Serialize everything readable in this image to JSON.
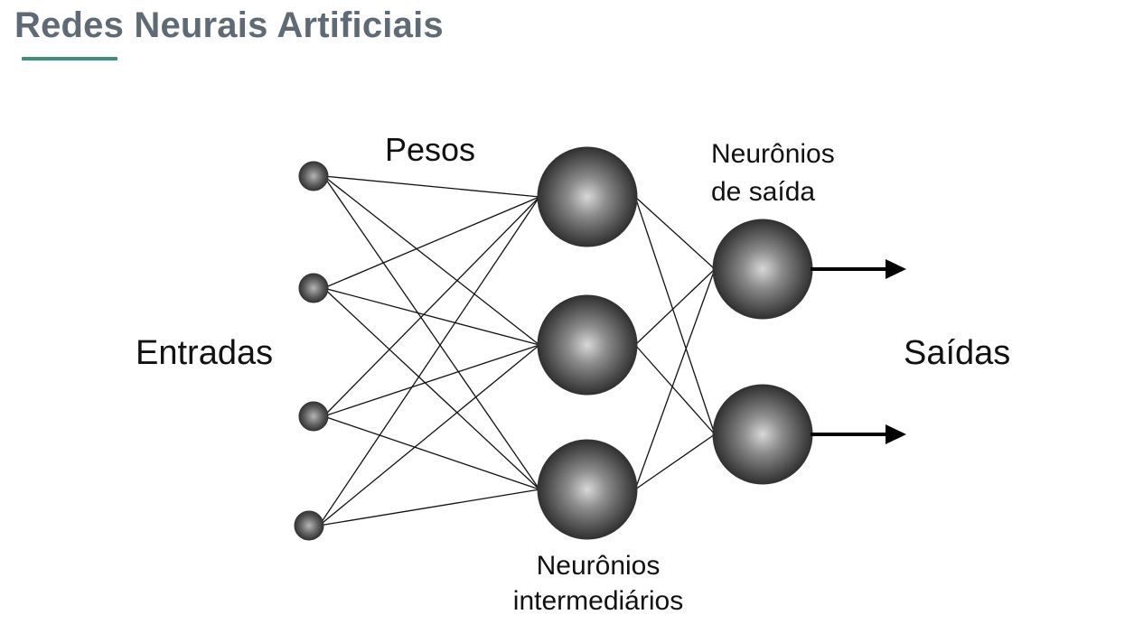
{
  "title": "Redes Neurais Artificiais",
  "diagram": {
    "label_weights": "Pesos",
    "label_inputs": "Entradas",
    "label_outputs": "Saídas",
    "label_output_neurons_line1": "Neurônios",
    "label_output_neurons_line2": "de saída",
    "label_hidden_neurons_line1": "Neurônios",
    "label_hidden_neurons_line2": "intermediários",
    "input_nodes": 4,
    "hidden_nodes": 3,
    "output_nodes": 2,
    "colors": {
      "accent_underline": "#3f8f7f",
      "title": "#5f6a75",
      "node": "#4a4a4a",
      "edge": "#111111"
    }
  }
}
